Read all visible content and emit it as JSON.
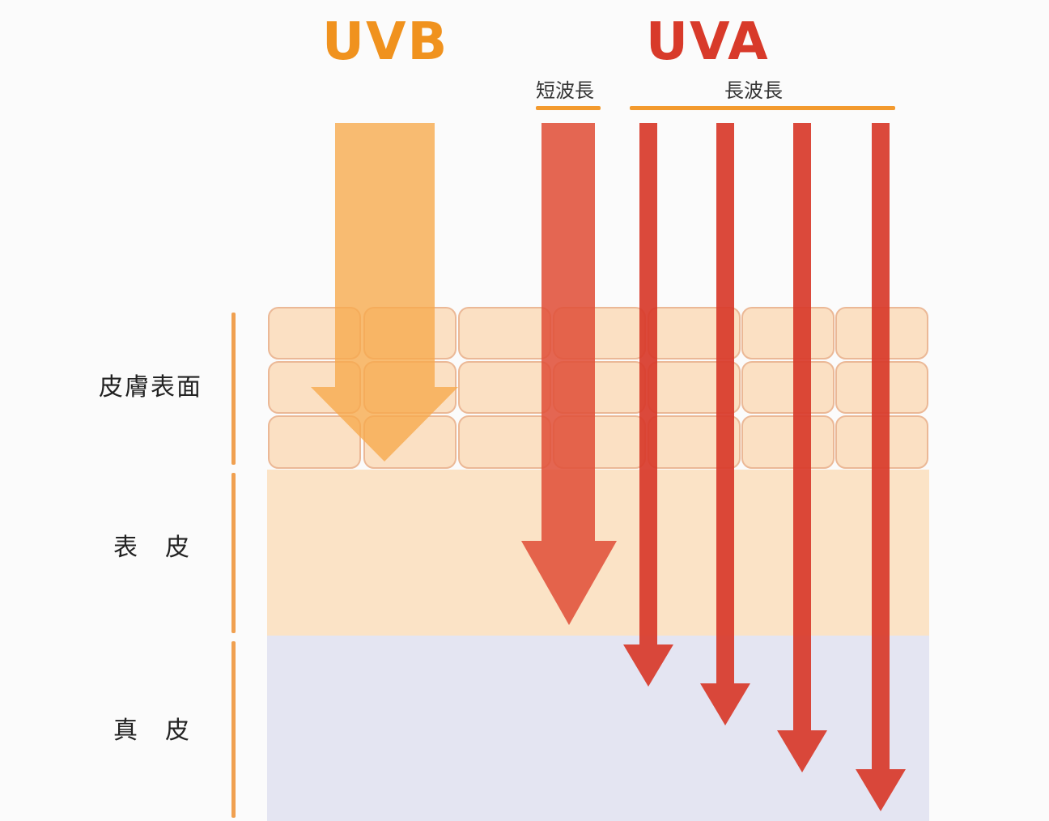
{
  "titles": {
    "uvb": "UVB",
    "uva": "UVA"
  },
  "uva_groups": {
    "short": "短波長",
    "long": "長波長"
  },
  "layers": {
    "surface": "皮膚表面",
    "epidermis": "表　皮",
    "dermis": "真　皮"
  },
  "colors": {
    "uvb_title": "#f0921e",
    "uva_title": "#d83a2a",
    "uvb_arrow": "#f7b05a",
    "uva_short_arrow": "#e0513a",
    "uva_long_arrow": "#d83a2a",
    "epidermis_fill": "#fbe3c6",
    "dermis_fill": "#e4e5f2",
    "bracket": "#f0a050",
    "underline": "#f39a2e"
  }
}
